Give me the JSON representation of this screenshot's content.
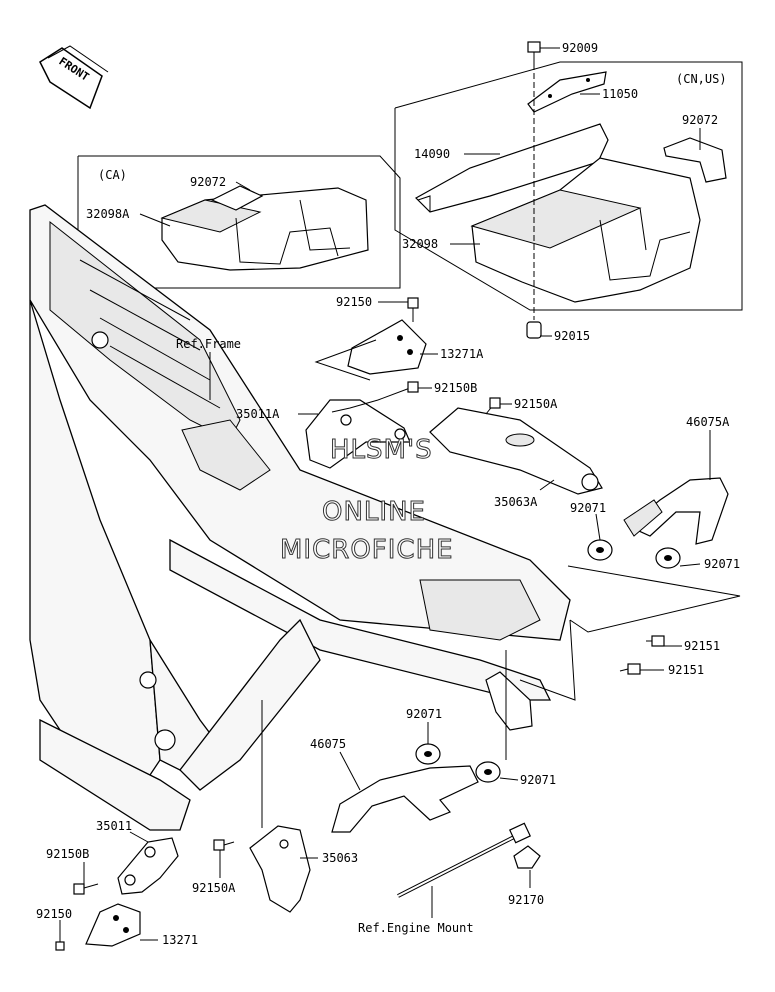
{
  "front_tag": "FRONT",
  "insets": {
    "ca": "(CA)",
    "cn_us": "(CN,US)"
  },
  "watermark": [
    "HLSM'S",
    "ONLINE",
    "MICROFICHE"
  ],
  "labels": {
    "p92009": "92009",
    "p11050": "11050",
    "p92072_us": "92072",
    "p14090": "14090",
    "p32098": "32098",
    "p92015": "92015",
    "p92072_ca": "92072",
    "p32098A": "32098A",
    "p92150_top": "92150",
    "p13271A": "13271A",
    "ref_frame": "Ref.Frame",
    "p92150B_top": "92150B",
    "p35011A": "35011A",
    "p92150A_top": "92150A",
    "p46075A": "46075A",
    "p35063A": "35063A",
    "p92071_a": "92071",
    "p92071_b": "92071",
    "p92151_a": "92151",
    "p92151_b": "92151",
    "p92071_c": "92071",
    "p46075": "46075",
    "p92071_d": "92071",
    "p35011": "35011",
    "p92150B_bot": "92150B",
    "p35063": "35063",
    "p92150A_bot": "92150A",
    "p92170": "92170",
    "p92150_bot": "92150",
    "p13271": "13271",
    "ref_engine": "Ref.Engine Mount"
  }
}
